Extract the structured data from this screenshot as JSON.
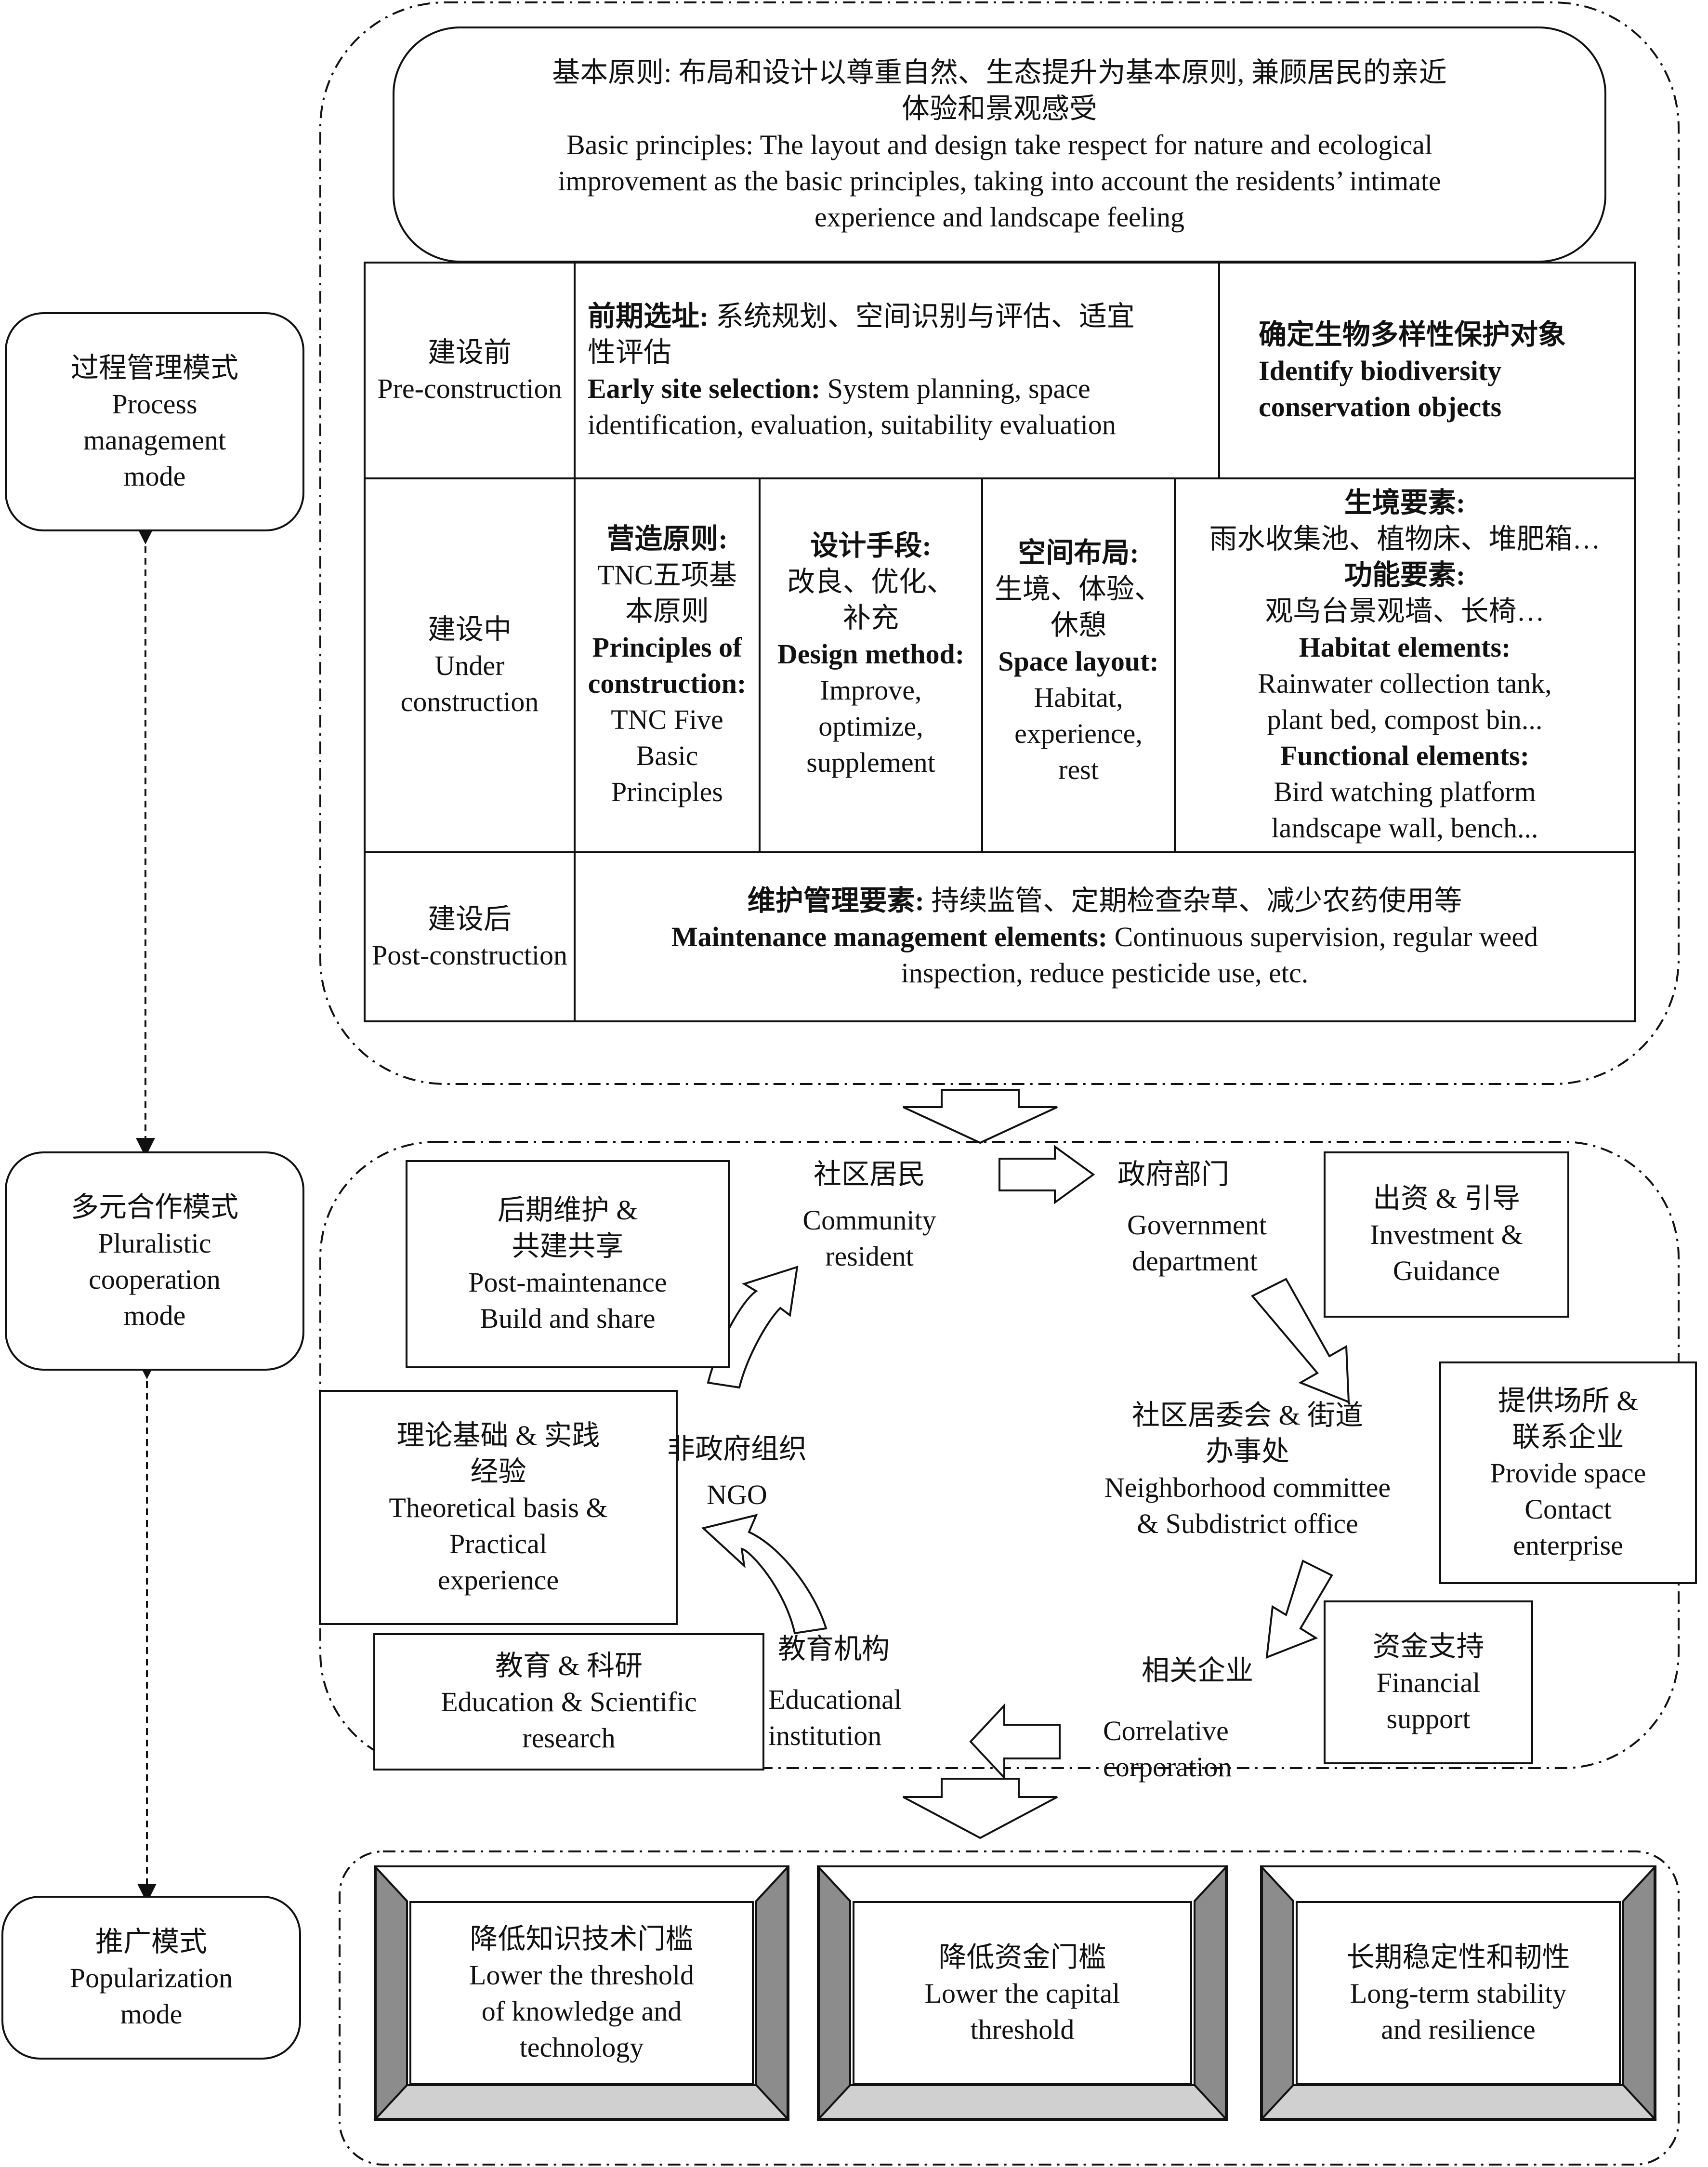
{
  "left_modes": [
    {
      "id": "process",
      "lines": [
        "过程管理模式",
        "Process",
        "management",
        "mode"
      ]
    },
    {
      "id": "pluralistic",
      "lines": [
        "多元合作模式",
        "Pluralistic",
        "cooperation",
        "mode"
      ]
    },
    {
      "id": "popularization",
      "lines": [
        "推广模式",
        "Popularization",
        "mode"
      ]
    }
  ],
  "process": {
    "principles_lines": [
      "基本原则: 布局和设计以尊重自然、生态提升为基本原则, 兼顾居民的亲近",
      "体验和景观感受",
      "Basic principles: The layout and design take respect for nature and ecological",
      "improvement as the basic principles, taking into account the residents’ intimate",
      "experience and landscape feeling"
    ],
    "pre": {
      "label_lines": [
        "建设前",
        "Pre-construction"
      ],
      "site_cn_bold": "前期选址:",
      "site_cn_rest": " 系统规划、空间识别与评估、适宜",
      "site_cn_line2": "性评估",
      "site_en_bold": "Early site selection:",
      "site_en_rest": "  System planning,  space",
      "site_en_line2": "identification,  evaluation,  suitability evaluation",
      "bio_lines": [
        "确定生物多样性保护对象",
        "Identify biodiversity",
        "conservation objects"
      ]
    },
    "under": {
      "label_lines": [
        "建设中",
        "Under",
        "construction"
      ],
      "col1": {
        "bold1": "营造原则:",
        "l1": "TNC五项基",
        "l2": "本原则",
        "bold2": "Principles of",
        "bold3": "construction:",
        "l3": "TNC Five",
        "l4": "Basic",
        "l5": "Principles"
      },
      "col2": {
        "bold1": "设计手段:",
        "l1": "改良、优化、",
        "l2": "补充",
        "bold2": "Design method:",
        "l3": "Improve,",
        "l4": "optimize,",
        "l5": "supplement"
      },
      "col3": {
        "bold1": "空间布局:",
        "l1": "生境、体验、",
        "l2": "休憩",
        "bold2": "Space layout:",
        "l3": "Habitat,",
        "l4": "experience,",
        "l5": "rest"
      },
      "col4": {
        "bold1": "生境要素:",
        "l1": "雨水收集池、植物床、堆肥箱…",
        "bold2": "功能要素:",
        "l2": "观鸟台景观墙、长椅…",
        "bold3": "Habitat elements:",
        "l3": "Rainwater collection tank,",
        "l4": "plant bed, compost bin...",
        "bold4": "Functional elements:",
        "l5": "Bird watching platform",
        "l6": "landscape wall, bench..."
      }
    },
    "post": {
      "label_lines": [
        "建设后",
        "Post-construction"
      ],
      "cn_bold": "维护管理要素:",
      "cn_rest": " 持续监管、定期检查杂草、减少农药使用等",
      "en_bold": "Maintenance management elements:",
      "en_rest": " Continuous supervision, regular weed",
      "en_line2": "inspection, reduce pesticide use, etc."
    }
  },
  "cooperation": {
    "nodes": {
      "community": [
        "社区居民",
        "Community",
        "resident"
      ],
      "government": [
        "政府部门",
        "Government",
        "department"
      ],
      "neighborhood": [
        "社区居委会 & 街道",
        "办事处",
        "Neighborhood committee",
        "& Subdistrict office"
      ],
      "corporation": [
        "相关企业",
        "Correlative",
        "corporation"
      ],
      "education": [
        "教育机构",
        "Educational",
        "institution"
      ],
      "ngo": [
        "非政府组织",
        "NGO"
      ]
    },
    "boxes": {
      "post_maintenance": [
        "后期维护 &",
        "共建共享",
        "Post-maintenance",
        "Build and share"
      ],
      "investment": [
        "出资 & 引导",
        "Investment &",
        "Guidance"
      ],
      "provide_space": [
        "提供场所 &",
        "联系企业",
        "Provide space",
        "Contact",
        "enterprise"
      ],
      "financial": [
        "资金支持",
        "Financial",
        "support"
      ],
      "education_research": [
        "教育 & 科研",
        "Education & Scientific",
        "research"
      ],
      "theoretical": [
        "理论基础 & 实践",
        "经验",
        "Theoretical basis &",
        "Practical",
        "experience"
      ]
    }
  },
  "popularization": {
    "items": [
      {
        "lines": [
          "降低知识技术门槛",
          "Lower the threshold",
          "of knowledge and",
          "technology"
        ]
      },
      {
        "lines": [
          "降低资金门槛",
          "Lower the capital",
          "threshold"
        ]
      },
      {
        "lines": [
          "长期稳定性和韧性",
          "Long-term stability",
          "and resilience"
        ]
      }
    ]
  }
}
